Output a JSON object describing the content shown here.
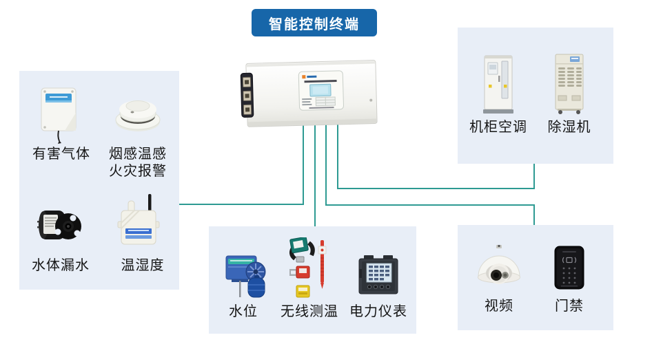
{
  "header": {
    "title": "智能控制终端"
  },
  "colors": {
    "accent_blue": "#1766a9",
    "line_teal": "#2d9a92",
    "panel_bg": "#e8eef7",
    "canvas_bg": "#ffffff",
    "label_text": "#151515"
  },
  "panels": {
    "sensors": {
      "gas": {
        "label": "有害气体"
      },
      "smoke_fire": {
        "label_line1": "烟感温感",
        "label_line2": "火灾报警"
      },
      "water_leak": {
        "label": "水体漏水"
      },
      "temp_humidity": {
        "label": "温湿度"
      }
    },
    "hvac": {
      "cabinet_ac": {
        "label": "机柜空调"
      },
      "dehumidifier": {
        "label": "除湿机"
      }
    },
    "metering": {
      "water_level": {
        "label": "水位"
      },
      "wireless_temp": {
        "label": "无线测温"
      },
      "power_meter": {
        "label": "电力仪表"
      }
    },
    "security": {
      "video": {
        "label": "视频"
      },
      "access": {
        "label": "门禁"
      }
    }
  }
}
